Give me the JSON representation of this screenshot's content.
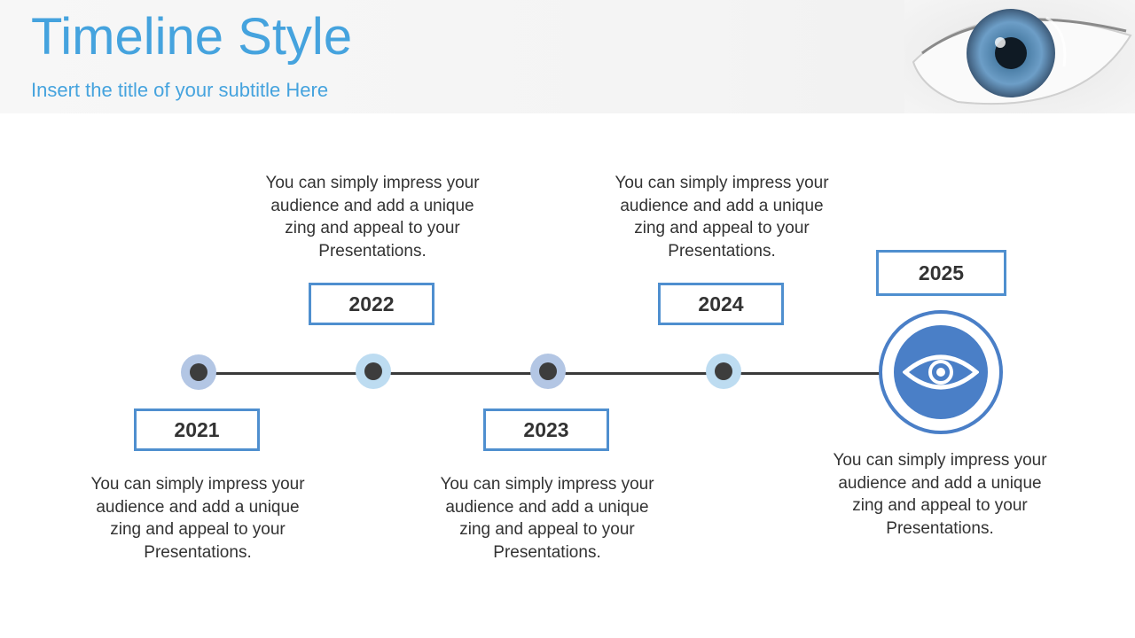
{
  "header": {
    "title": "Timeline Style",
    "subtitle": "Insert the title of your subtitle Here"
  },
  "timeline": {
    "items": [
      {
        "year": "2021",
        "text": "You can simply impress your audience and add a unique zing and appeal to your Presentations.",
        "node_color": "#b3c6e4"
      },
      {
        "year": "2022",
        "text": "You can simply impress your audience and add a unique zing and appeal to your Presentations.",
        "node_color": "#bddcf1"
      },
      {
        "year": "2023",
        "text": "You can simply impress your audience and add a unique zing and appeal to your Presentations.",
        "node_color": "#b3c6e4"
      },
      {
        "year": "2024",
        "text": "You can simply impress your audience and add a unique zing and appeal to your Presentations.",
        "node_color": "#bddcf1"
      },
      {
        "year": "2025",
        "text": "You can simply impress your audience and add a unique zing and appeal to your Presentations.",
        "icon": "eye-icon"
      }
    ]
  },
  "colors": {
    "accent": "#45a3de",
    "box_border": "#4f8fcf",
    "icon_blue": "#4a7fc7",
    "line": "#3a3a3a"
  }
}
